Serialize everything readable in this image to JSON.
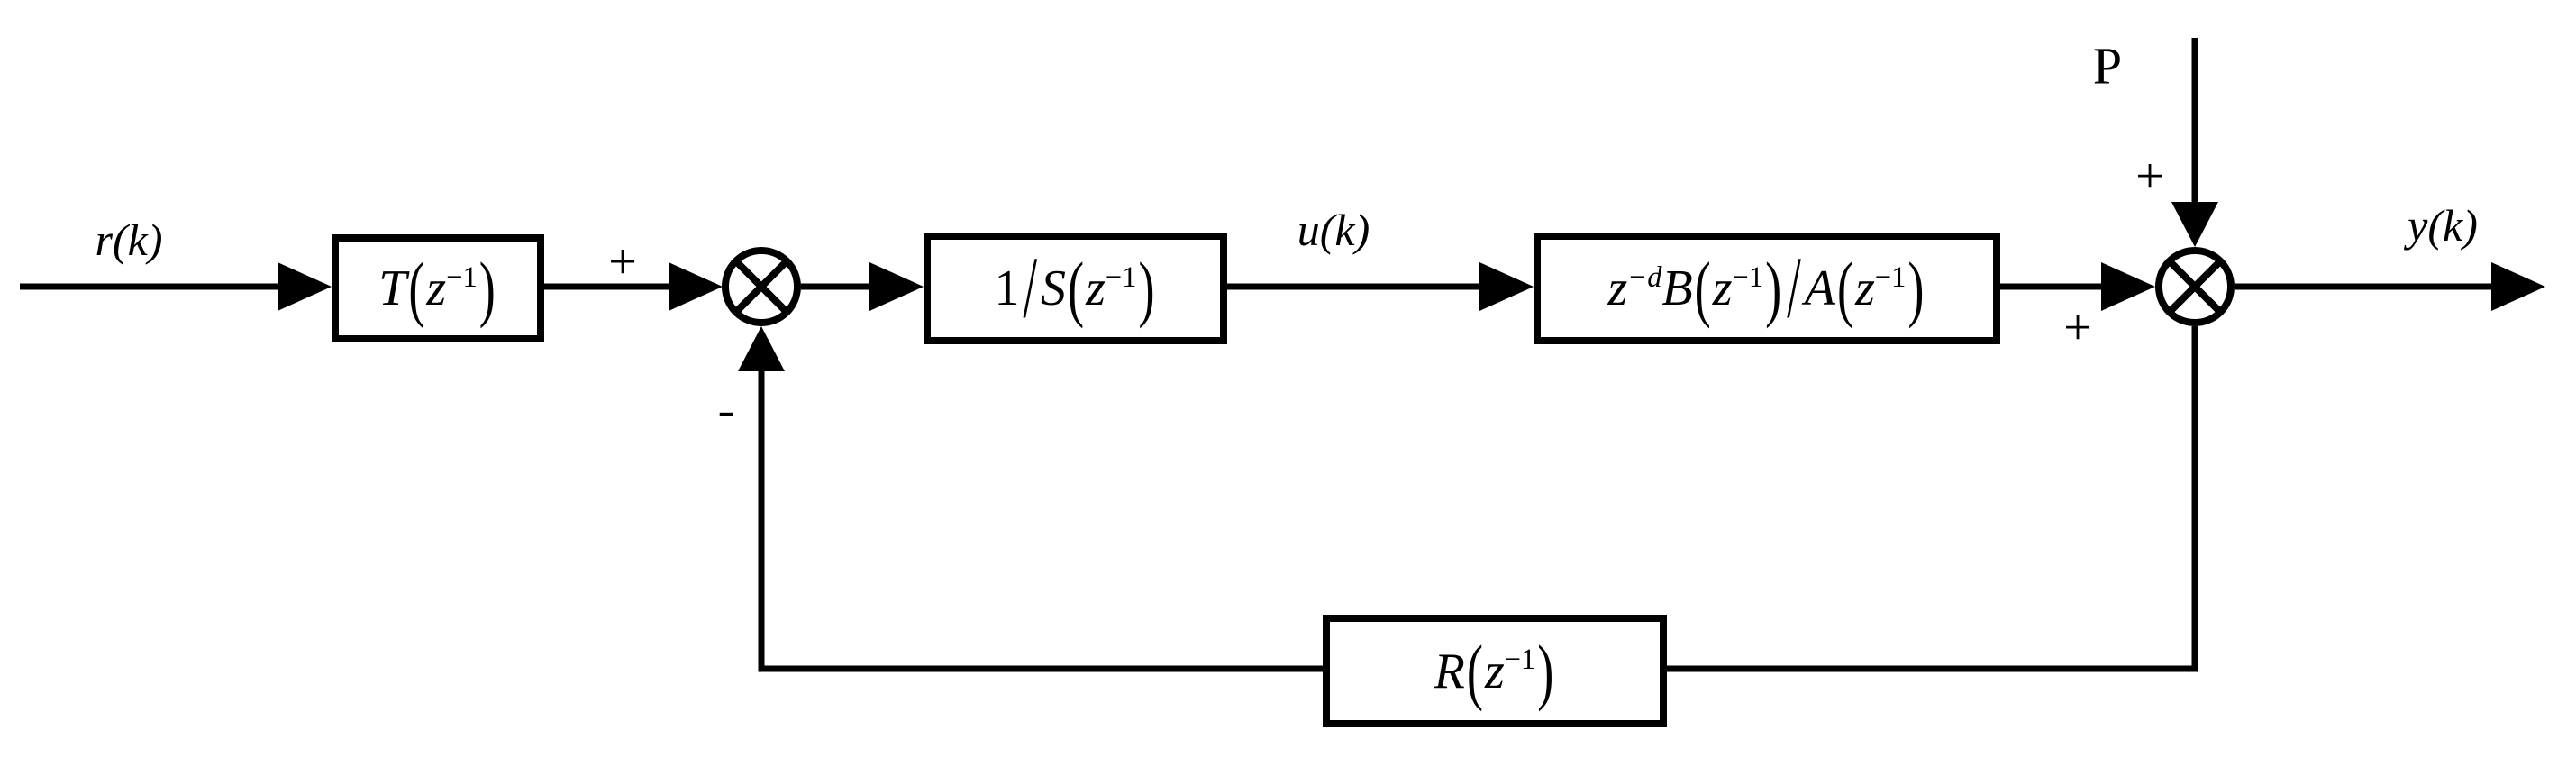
{
  "diagram": {
    "type": "control-system-block-diagram",
    "colors": {
      "line": "#000000",
      "background": "#ffffff"
    },
    "signals": {
      "input": "r(k)",
      "control": "u(k)",
      "output": "y(k)",
      "disturbance": "P"
    },
    "signs": {
      "sum1_left": "+",
      "sum1_bottom": "-",
      "sum2_left": "+",
      "sum2_top": "+"
    },
    "blocks": {
      "prefilter": {
        "text": "T(z⁻¹)",
        "math": [
          {
            "t": "T",
            "i": true
          },
          {
            "t": "(",
            "paren": true
          },
          {
            "t": "z",
            "i": true
          },
          {
            "t": "−1",
            "sup": true
          },
          {
            "t": ")",
            "paren": true
          }
        ]
      },
      "controller": {
        "text": "1/S(z⁻¹)",
        "math": [
          {
            "t": "1"
          },
          {
            "t": "/",
            "slash": true
          },
          {
            "t": "S",
            "i": true
          },
          {
            "t": "(",
            "paren": true
          },
          {
            "t": "z",
            "i": true
          },
          {
            "t": "−1",
            "sup": true
          },
          {
            "t": ")",
            "paren": true
          }
        ]
      },
      "plant": {
        "text": "z⁻ᵈB(z⁻¹)/A(z⁻¹)",
        "math": [
          {
            "t": "z",
            "i": true
          },
          {
            "t": "−d",
            "sup": true,
            "i": true
          },
          {
            "t": "B",
            "i": true
          },
          {
            "t": "(",
            "paren": true
          },
          {
            "t": "z",
            "i": true
          },
          {
            "t": "−1",
            "sup": true
          },
          {
            "t": ")",
            "paren": true
          },
          {
            "t": "/",
            "slash": true
          },
          {
            "t": "A",
            "i": true
          },
          {
            "t": "(",
            "paren": true
          },
          {
            "t": "z",
            "i": true
          },
          {
            "t": "−1",
            "sup": true
          },
          {
            "t": ")",
            "paren": true
          }
        ]
      },
      "feedback": {
        "text": "R(z⁻¹)",
        "math": [
          {
            "t": "R",
            "i": true
          },
          {
            "t": "(",
            "paren": true
          },
          {
            "t": "z",
            "i": true
          },
          {
            "t": "−1",
            "sup": true
          },
          {
            "t": ")",
            "paren": true
          }
        ]
      }
    }
  }
}
